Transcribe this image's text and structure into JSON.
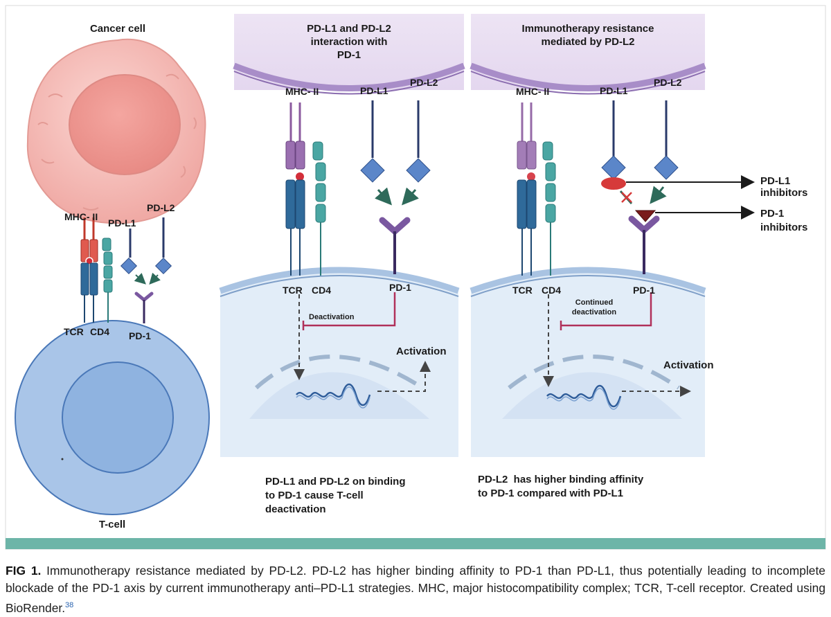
{
  "left_panel": {
    "cancer_title": "Cancer cell",
    "tcell_title": "T-cell",
    "labels": {
      "mhc": "MHC- II",
      "pdl1": "PD-L1",
      "pdl2": "PD-L2",
      "tcr": "TCR",
      "cd4": "CD4",
      "pd1": "PD-1"
    }
  },
  "middle_panel": {
    "title_lines": [
      "PD-L1 and PD-L2",
      "interaction with",
      "PD-1"
    ],
    "labels": {
      "mhc": "MHC- II",
      "pdl1": "PD-L1",
      "pdl2": "PD-L2",
      "tcr": "TCR",
      "cd4": "CD4",
      "pd1": "PD-1",
      "deactivation": "Deactivation",
      "activation": "Activation"
    },
    "caption_lines": [
      "PD-L1 and PD-L2 on binding",
      "to PD-1 cause T-cell",
      "deactivation"
    ]
  },
  "right_panel": {
    "title_lines": [
      "Immunotherapy resistance",
      "mediated by PD-L2"
    ],
    "labels": {
      "mhc": "MHC- II",
      "pdl1": "PD-L1",
      "pdl2": "PD-L2",
      "tcr": "TCR",
      "cd4": "CD4",
      "pd1": "PD-1",
      "continued_line1": "Continued",
      "continued_line2": "deactivation",
      "activation": "Activation",
      "pdl1_inhib_line1": "PD-L1",
      "pdl1_inhib_line2": "inhibitors",
      "pd1_inhib_line1": "PD-1",
      "pd1_inhib_line2": "inhibitors"
    },
    "caption_lines": [
      "PD-L2  has higher binding affinity",
      "to PD-1 compared with PD-L1"
    ]
  },
  "figure_caption": {
    "label": "FIG 1.",
    "text": " Immunotherapy resistance mediated by PD-L2. PD-L2 has higher binding affinity to PD-1 than PD-L1, thus potentially leading to incomplete blockade of the PD-1 axis by current immunotherapy anti–PD-L1 strategies. MHC, major histocompatibility complex; TCR, T-cell receptor. Created using BioRender.",
    "ref": "38"
  },
  "colors": {
    "teal_band": "#6db5a8",
    "cancer_cell": "#f2b3ae",
    "tcell": "#a9c5e8",
    "membrane_purple": "#c9b3dc",
    "pd1_purple": "#7a58a0",
    "ligand_blue": "#5b86c9",
    "tcr_blue": "#2f6a9a",
    "cd4_teal": "#4aa6a3",
    "inhibitor_red": "#d63a3a",
    "inhibitor_dark": "#7a1c1c",
    "deactivation_line": "#b0305a"
  }
}
